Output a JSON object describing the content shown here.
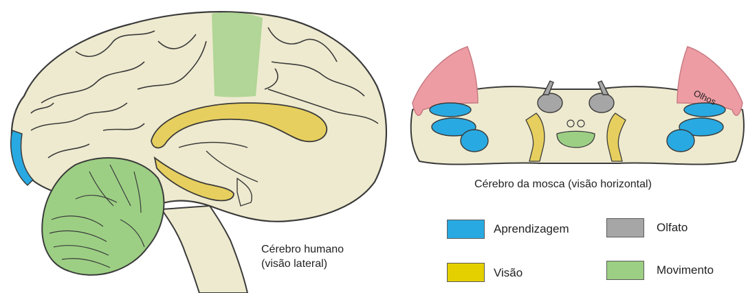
{
  "captions": {
    "human_line1": "Cérebro humano",
    "human_line2": "(visão lateral)",
    "fly": "Cérebro da mosca (visão horizontal)",
    "eyes": "Olhos"
  },
  "legend": [
    {
      "label": "Aprendizagem",
      "color": "#29a9e1"
    },
    {
      "label": "Olfato",
      "color": "#a6a6a6"
    },
    {
      "label": "Visão",
      "color": "#e4d000"
    },
    {
      "label": "Movimento",
      "color": "#9ccf84"
    }
  ],
  "colors": {
    "brain_tissue": "#eeeacf",
    "outline": "#3a3a3a",
    "learning": "#29a9e1",
    "smell": "#a6a6a6",
    "vision": "#e6cf5e",
    "movement": "#9ccf84",
    "eyes": "#ee9ca4"
  }
}
